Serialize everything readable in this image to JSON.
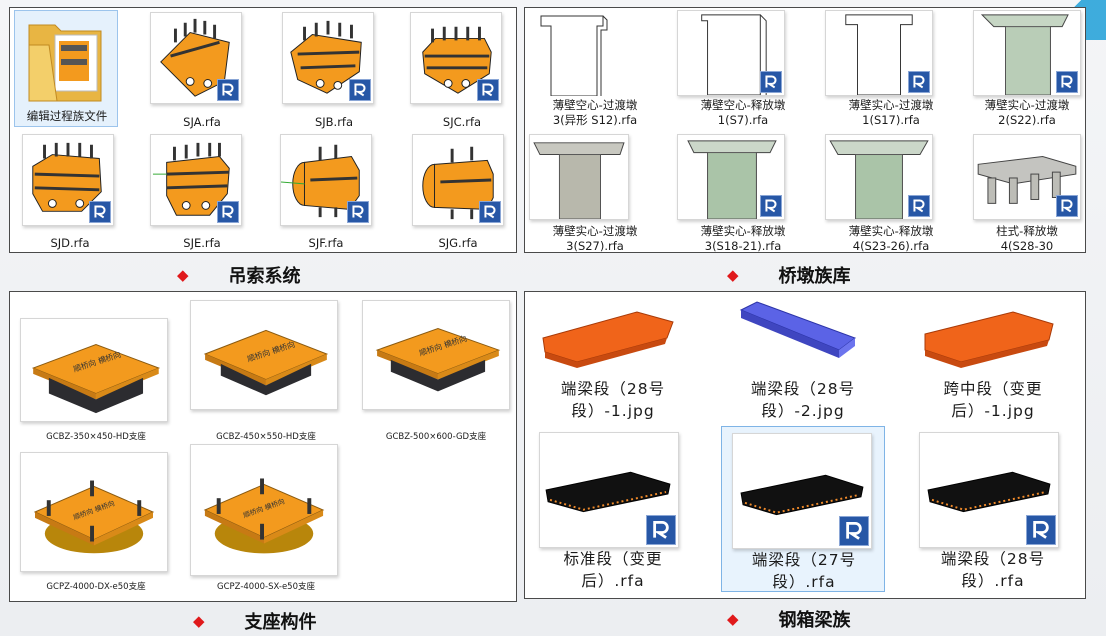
{
  "panels": {
    "suspension": {
      "caption": "吊索系统",
      "items": [
        {
          "label": "编辑过程族文件"
        },
        {
          "label": "SJA.rfa"
        },
        {
          "label": "SJB.rfa"
        },
        {
          "label": "SJC.rfa"
        },
        {
          "label": "SJD.rfa"
        },
        {
          "label": "SJE.rfa"
        },
        {
          "label": "SJF.rfa"
        },
        {
          "label": "SJG.rfa"
        }
      ]
    },
    "piers": {
      "caption": "桥墩族库",
      "items": [
        {
          "line1": "薄壁空心-过渡墩",
          "line2": "3(异形 S12).rfa"
        },
        {
          "line1": "薄壁空心-释放墩",
          "line2": "1(S7).rfa"
        },
        {
          "line1": "薄壁实心-过渡墩",
          "line2": "1(S17).rfa"
        },
        {
          "line1": "薄壁实心-过渡墩",
          "line2": "2(S22).rfa"
        },
        {
          "line1": "薄壁实心-过渡墩",
          "line2": "3(S27).rfa"
        },
        {
          "line1": "薄壁实心-释放墩",
          "line2": "3(S18-21).rfa"
        },
        {
          "line1": "薄壁实心-释放墩",
          "line2": "4(S23-26).rfa"
        },
        {
          "line1": "柱式-释放墩",
          "line2": "4(S28-30"
        }
      ]
    },
    "bearings": {
      "caption": "支座构件",
      "items": [
        {
          "label": "GCBZ-350×450-HD支座"
        },
        {
          "label": "GCBZ-450×550-HD支座"
        },
        {
          "label": "GCBZ-500×600-GD支座"
        },
        {
          "label": "GCPZ-4000-DX-e50支座"
        },
        {
          "label": "GCPZ-4000-SX-e50支座"
        }
      ]
    },
    "girders": {
      "caption": "钢箱梁族",
      "items": [
        {
          "line1": "端梁段（28号",
          "line2": "段）-1.jpg"
        },
        {
          "line1": "端梁段（28号",
          "line2": "段）-2.jpg"
        },
        {
          "line1": "跨中段（变更",
          "line2": "后）-1.jpg"
        },
        {
          "line1": "标准段（变更",
          "line2": "后）.rfa"
        },
        {
          "line1": "端梁段（27号",
          "line2": "段）.rfa"
        },
        {
          "line1": "端梁段（28号",
          "line2": "段）.rfa"
        }
      ]
    }
  },
  "icons": {
    "file_badge": "revit-file-icon",
    "folder": "folder-icon"
  },
  "colors": {
    "accent_red": "#e0191b",
    "component_orange": "#f39a1e",
    "girder_orange": "#f0641a",
    "girder_blue": "#5b63e6",
    "revit_blue": "#2757a6"
  }
}
